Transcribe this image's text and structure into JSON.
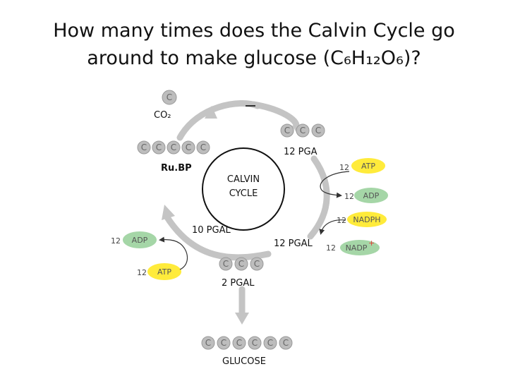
{
  "title": {
    "line1": "How many times does the Calvin Cycle go",
    "line2": "around to make glucose (C₆H₁₂O₆)?"
  },
  "carbon_letter": "C",
  "labels": {
    "co2": "CO₂",
    "rubp": "Ru.BP",
    "pga": "12 PGA",
    "cycle_line1": "CALVIN",
    "cycle_line2": "CYCLE",
    "pgal10": "10 PGAL",
    "pgal12": "12 PGAL",
    "pgal2": "2 PGAL",
    "glucose": "GLUCOSE"
  },
  "right_inputs": [
    {
      "count": "12",
      "label": "ATP"
    },
    {
      "count": "12",
      "label": "ADP"
    },
    {
      "count": "12",
      "label": "NADPH"
    },
    {
      "count": "12",
      "label": "NADP",
      "suffix": "+"
    }
  ],
  "left_inputs": [
    {
      "count": "12",
      "label": "ADP"
    },
    {
      "count": "12",
      "label": "ATP"
    }
  ],
  "colors": {
    "atp": "#ffeb3b",
    "adp": "#a5d6a7",
    "nadph": "#ffeb3b",
    "nadp": "#a5d6a7",
    "carbon": "#bdbdbd",
    "arrow": "#c4c4c4"
  }
}
